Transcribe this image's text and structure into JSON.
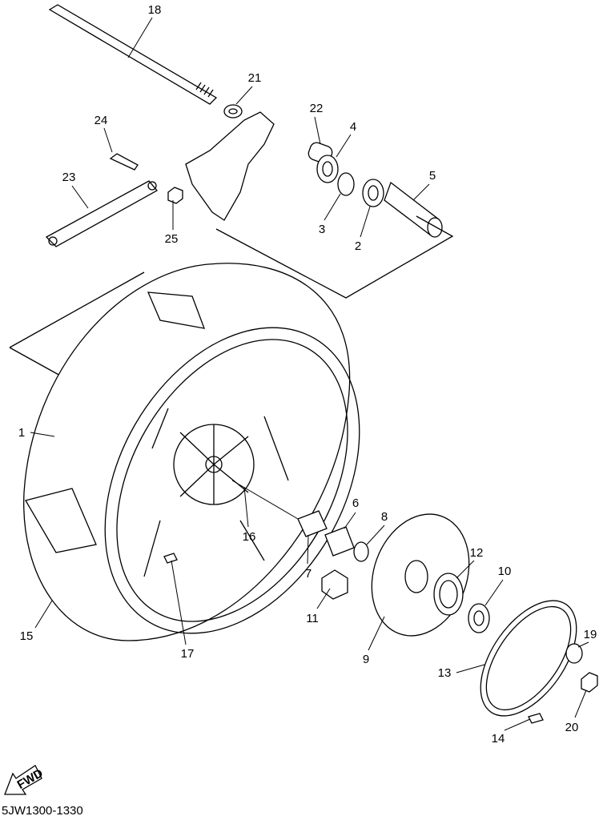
{
  "diagram": {
    "part_labels": [
      "18",
      "21",
      "24",
      "22",
      "4",
      "23",
      "5",
      "3",
      "2",
      "25",
      "1",
      "6",
      "8",
      "12",
      "10",
      "16",
      "7",
      "11",
      "9",
      "19",
      "13",
      "15",
      "17",
      "20",
      "14"
    ],
    "fwd_label": "FWD",
    "code": "5JW1300-1330"
  }
}
